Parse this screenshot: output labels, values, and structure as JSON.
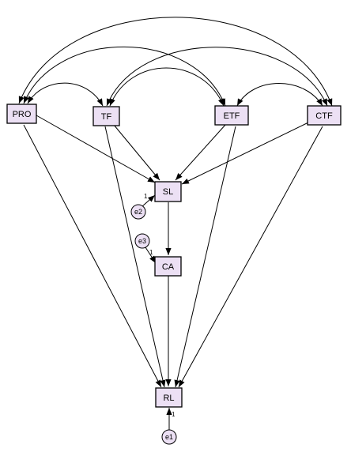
{
  "nodes": {
    "pro": "PRO",
    "tf": "TF",
    "etf": "ETF",
    "ctf": "CTF",
    "sl": "SL",
    "ca": "CA",
    "rl": "RL"
  },
  "errors": {
    "e1": "e1",
    "e2": "e2",
    "e3": "e3"
  },
  "weights": {
    "e1": "1",
    "e2": "1",
    "e3": "1"
  }
}
